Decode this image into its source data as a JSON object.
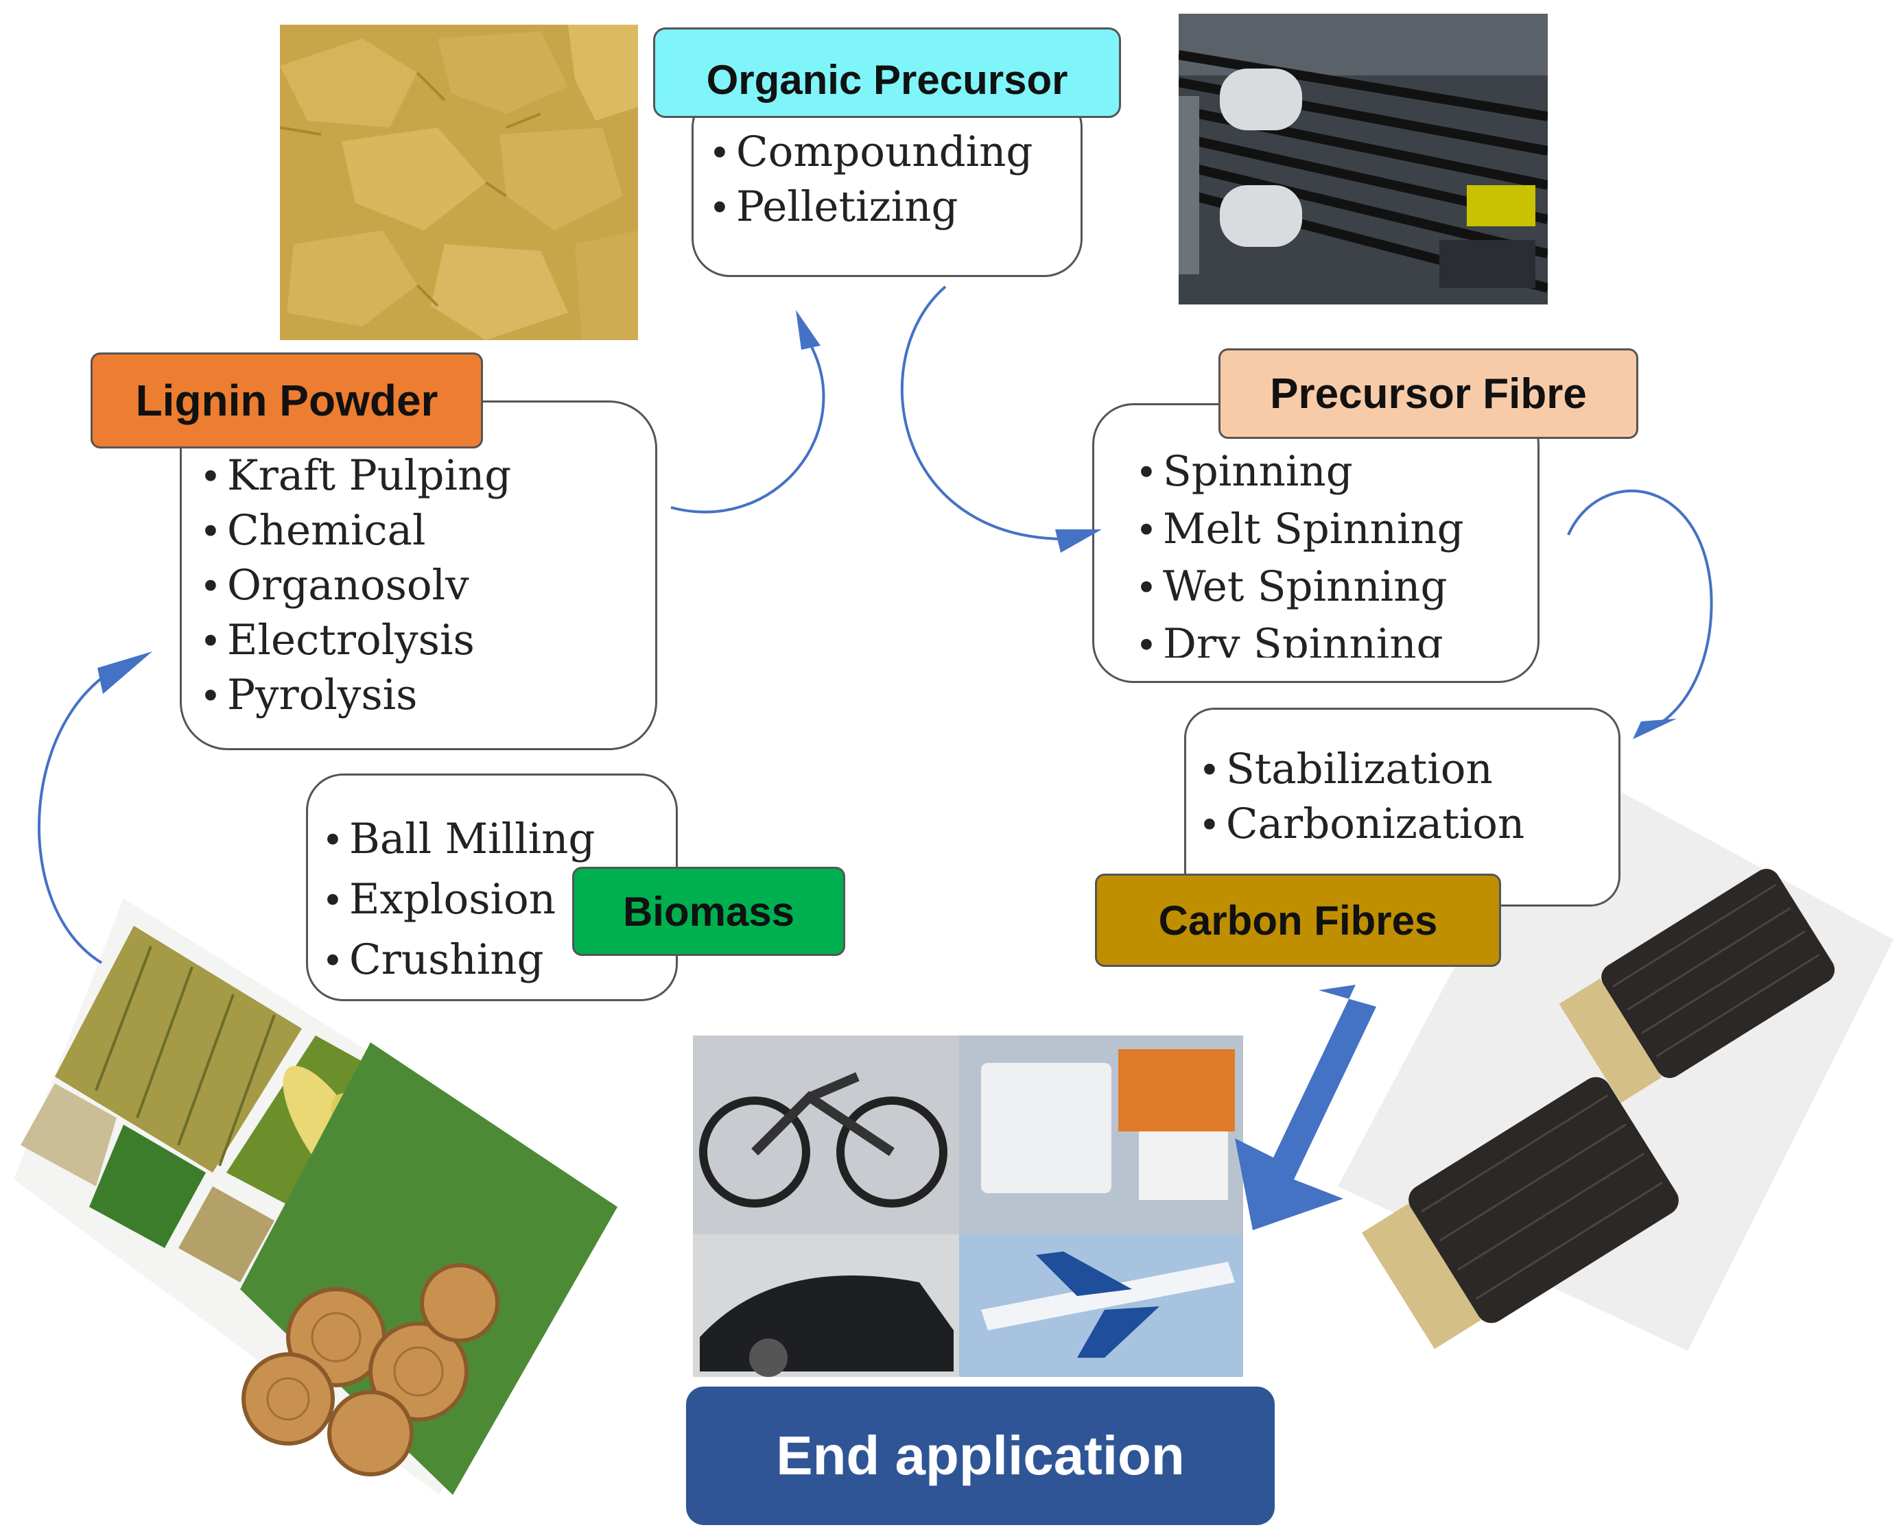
{
  "stages": {
    "organic_precursor": {
      "label": "Organic Precursor",
      "color": "#7ff5f9",
      "items": [
        "Compounding",
        "Pelletizing"
      ]
    },
    "precursor_fibre": {
      "label": "Precursor Fibre",
      "color": "#f8cba8",
      "items": [
        "Spinning",
        "Melt Spinning",
        "Wet Spinning",
        "Dry Spinning"
      ]
    },
    "carbon_fibres": {
      "label": "Carbon Fibres",
      "color": "#bf8f00",
      "items": [
        "Stabilization",
        "Carbonization"
      ]
    },
    "lignin_powder": {
      "label": "Lignin Powder",
      "color": "#ed7d31",
      "items": [
        "Kraft Pulping",
        "Chemical",
        "Organosolv",
        "Electrolysis",
        "Pyrolysis"
      ]
    },
    "biomass": {
      "label": "Biomass",
      "color": "#00b050",
      "items": [
        "Ball Milling",
        "Explosion",
        "Crushing"
      ]
    }
  },
  "end_application": {
    "label": "End application",
    "color": "#2f5597"
  },
  "arrow_color": "#4472c4"
}
